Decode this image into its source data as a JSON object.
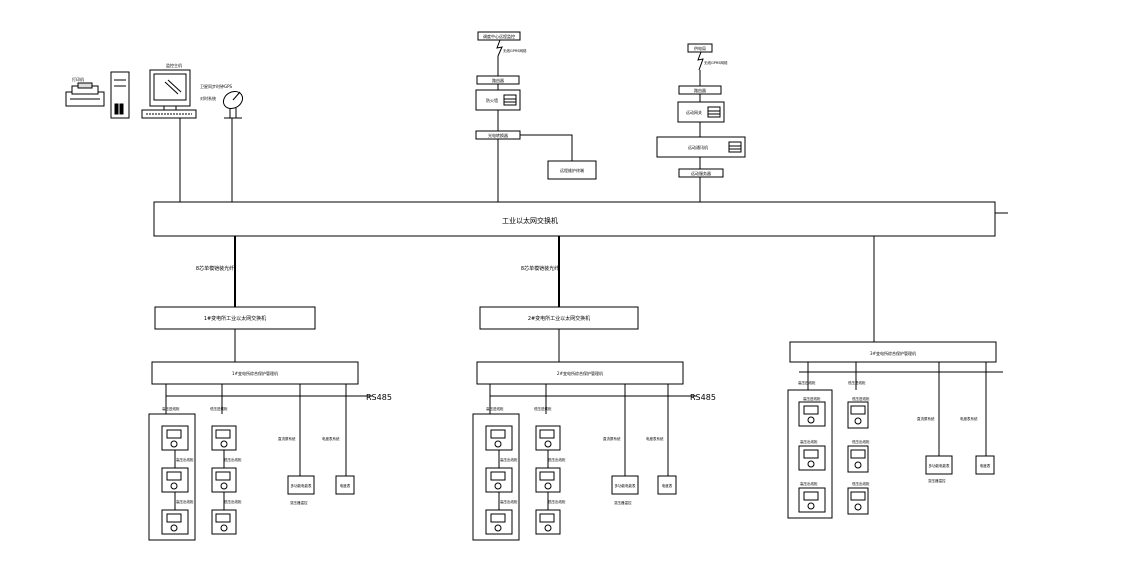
{
  "main_switch": {
    "label": "工业以太网交换机"
  },
  "fiber_links": [
    {
      "label": "8芯单模铠装光纤"
    },
    {
      "label": "8芯单模铠装光纤"
    }
  ],
  "sub_stations": [
    {
      "switch_label": "1#变电所工业以太网交换机",
      "collector_label": "1#变电所综合保护管理机",
      "bus_label": "RS485",
      "left_group": [
        "高压进线柜",
        "高压出线柜",
        "高压出线柜"
      ],
      "right_group": [
        "低压进线柜",
        "低压出线柜",
        "低压出线柜"
      ],
      "extra_devices": [
        {
          "caption": "直流屏系统",
          "box": "多功能电能表",
          "sub": "变压器温控"
        },
        {
          "caption": "电度表系统",
          "box": "电度表"
        }
      ]
    },
    {
      "switch_label": "2#变电所工业以太网交换机",
      "collector_label": "2#变电所综合保护管理机",
      "bus_label": "RS485",
      "left_group": [
        "高压进线柜",
        "高压出线柜",
        "高压出线柜"
      ],
      "right_group": [
        "低压进线柜",
        "低压出线柜",
        "低压出线柜"
      ],
      "extra_devices": [
        {
          "caption": "直流屏系统",
          "box": "多功能电能表",
          "sub": "变压器温控"
        },
        {
          "caption": "电度表系统",
          "box": "电度表"
        }
      ]
    },
    {
      "switch_label": "3#变电所综合保护管理机",
      "left_caption": "高压进线柜",
      "right_caption": "低压进线柜",
      "left_group": [
        "高压进线柜",
        "高压出线柜",
        "高压出线柜"
      ],
      "right_group": [
        "低压进线柜",
        "低压出线柜",
        "低压出线柜"
      ],
      "extra_devices": [
        {
          "caption": "直流屏系统",
          "box": "多功能电能表",
          "sub": "变压器温控"
        },
        {
          "caption": "电度表系统",
          "box": "电度表"
        }
      ]
    }
  ],
  "workstation": {
    "monitor_label": "监控主机",
    "printer_label": "打印机",
    "gps_label": "卫星同步时钟GPS",
    "gps_sub": "对时系统"
  },
  "dispatch": {
    "top_label": "调度中心远程监控",
    "wireless_label": "无线GPRS网络",
    "router_label": "路由器",
    "firewall_label": "防火墙",
    "converter_label": "光电转换器",
    "remote_label": "远程维护终端"
  },
  "utility": {
    "top_label": "供电局",
    "wireless_label": "无线GPRS网络",
    "router_label": "路由器",
    "gateway_label": "远动网关",
    "comm_label": "远动通讯机",
    "server_label": "远动服务器"
  }
}
